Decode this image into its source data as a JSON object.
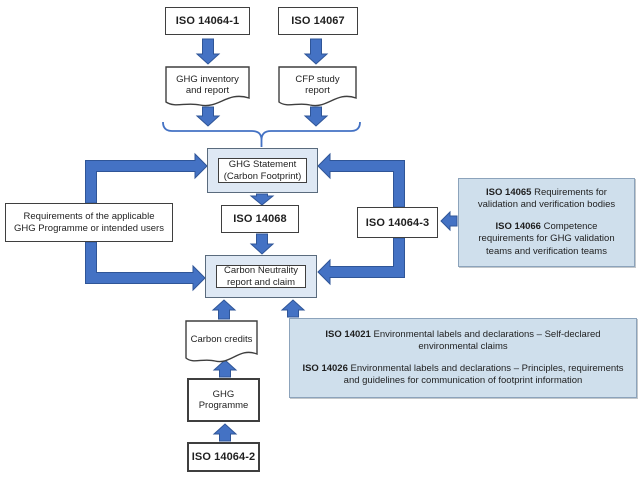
{
  "colors": {
    "arrow_fill": "#4472C4",
    "arrow_border": "#2F5597",
    "statement_box_fill": "#DEE8F4",
    "statement_box_border": "#5A6B7D",
    "info_box_fill": "#CFDFEC",
    "info_box_border": "#8CA3BB",
    "plain_box_border": "#3F3F3F",
    "text": "#1F1F1F",
    "background": "#FFFFFF"
  },
  "nodes": {
    "iso_14064_1": "ISO 14064-1",
    "iso_14067": "ISO 14067",
    "ghg_inventory_report": "GHG inventory and report",
    "cfp_study_report": "CFP study report",
    "ghg_statement": {
      "line1": "GHG Statement",
      "line2": "(Carbon Footprint)"
    },
    "iso_14068": "ISO 14068",
    "requirements": "Requirements of the applicable GHG Programme or intended users",
    "iso_14064_3": "ISO 14064-3",
    "carbon_neutrality": {
      "line1": "Carbon Neutrality",
      "line2": "report and claim"
    },
    "validation_info": {
      "item1": {
        "code": "ISO 14065",
        "text": " Requirements for validation and verification bodies"
      },
      "item2": {
        "code": "ISO 14066",
        "text": " Competence requirements for GHG validation teams and verification teams"
      }
    },
    "carbon_credits": "Carbon credits",
    "labels_info": {
      "item1": {
        "code": "ISO 14021",
        "text": " Environmental labels and declarations – Self-declared environmental claims"
      },
      "item2": {
        "code": "ISO 14026",
        "text": " Environmental labels and declarations – Principles, requirements and guidelines for communication of footprint information"
      }
    },
    "ghg_programme": "GHG Programme",
    "iso_14064_2": "ISO 14064-2"
  }
}
